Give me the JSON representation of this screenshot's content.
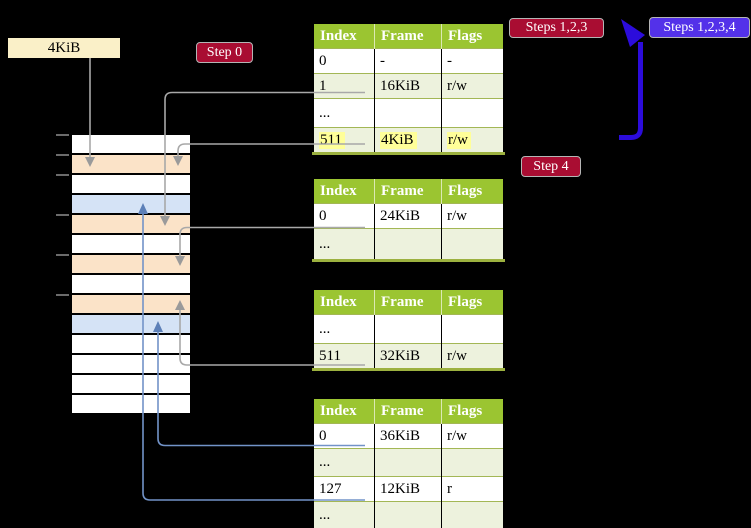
{
  "labels": {
    "mem_label": "4KiB",
    "step0": "Step 0",
    "steps123": "Steps 1,2,3",
    "steps1234": "Steps 1,2,3,4",
    "step4": "Step 4"
  },
  "colors": {
    "background": "#000000",
    "badge_crimson": "#a90d32",
    "badge_violet": "#5331e9",
    "label_cream": "#faf0c8",
    "table_header_green": "#9bc531",
    "table_row_green": "#edf2dd",
    "row_highlight_yellow": "#ffff99",
    "frame_orange": "#fbe3c8",
    "frame_blue": "#d5e3f6",
    "connector_gray": "#a8a8a8",
    "connector_blue": "#7293c8",
    "big_arrow_blue": "#2c0cdb"
  },
  "tables": [
    {
      "headers": [
        "Index",
        "Frame",
        "Flags"
      ],
      "rows": [
        [
          "0",
          "-",
          "-"
        ],
        [
          "1",
          "16KiB",
          "r/w"
        ],
        [
          "...",
          "",
          ""
        ],
        [
          "511",
          "4KiB",
          "r/w"
        ]
      ]
    },
    {
      "headers": [
        "Index",
        "Frame",
        "Flags"
      ],
      "rows": [
        [
          "0",
          "24KiB",
          "r/w"
        ],
        [
          "...",
          "",
          ""
        ]
      ]
    },
    {
      "headers": [
        "Index",
        "Frame",
        "Flags"
      ],
      "rows": [
        [
          "...",
          "",
          ""
        ],
        [
          "511",
          "32KiB",
          "r/w"
        ]
      ]
    },
    {
      "headers": [
        "Index",
        "Frame",
        "Flags"
      ],
      "rows": [
        [
          "0",
          "36KiB",
          "r/w"
        ],
        [
          "...",
          "",
          ""
        ],
        [
          "127",
          "12KiB",
          "r"
        ],
        [
          "...",
          "",
          ""
        ]
      ]
    }
  ],
  "memory": {
    "cells": [
      "white",
      "orange",
      "white",
      "blue",
      "orange",
      "white",
      "orange",
      "white",
      "orange",
      "blue",
      "white",
      "white",
      "white",
      "white"
    ]
  }
}
